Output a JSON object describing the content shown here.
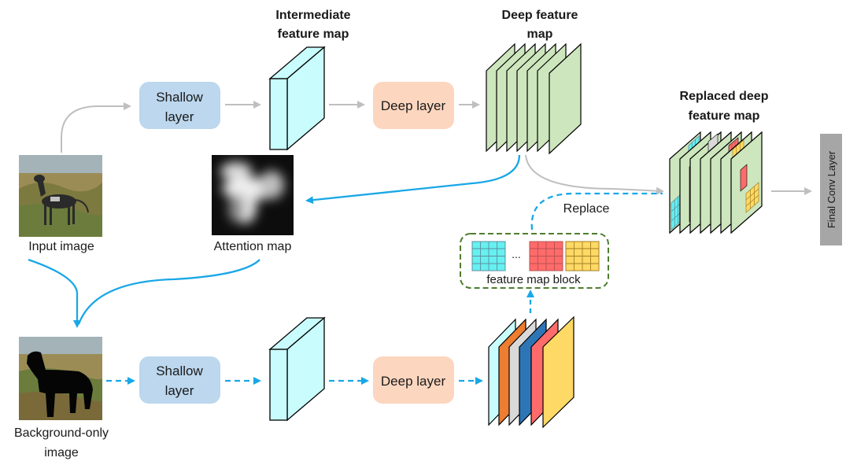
{
  "labels": {
    "intermediate_line1": "Intermediate",
    "intermediate_line2": "feature map",
    "deep_feature_line1": "Deep feature",
    "deep_feature_line2": "map",
    "replaced_line1": "Replaced deep",
    "replaced_line2": "feature map",
    "shallow_top_line1": "Shallow",
    "shallow_top_line2": "layer",
    "shallow_bottom_line1": "Shallow",
    "shallow_bottom_line2": "layer",
    "deep_layer_top": "Deep layer",
    "deep_layer_bottom": "Deep layer",
    "input_image": "Input image",
    "attention_map": "Attention map",
    "background_only_line1": "Background-only",
    "background_only_line2": "image",
    "replace": "Replace",
    "feature_map_block": "feature map block",
    "ellipsis": "...",
    "final_conv_layer": "Final Conv Layer"
  },
  "colors": {
    "shallow_box": "#bcd7ee",
    "deep_box": "#fcd6bf",
    "feature_cyan": "#c9fcfc",
    "feature_green": "#cde6bd",
    "gray_arrow": "#bfbfbf",
    "blue_arrow": "#19a7e6",
    "block_border": "#4e7d2e",
    "final_conv_box": "#a6a6a6",
    "bg_slices": [
      "#c9fcfc",
      "#ed7d31",
      "#d9d9d9",
      "#2e75b6",
      "#ff6b6b",
      "#ffd966"
    ],
    "grid_cyan": "#66f0f0",
    "grid_red": "#ff6b6b",
    "grid_yellow": "#ffd966"
  }
}
